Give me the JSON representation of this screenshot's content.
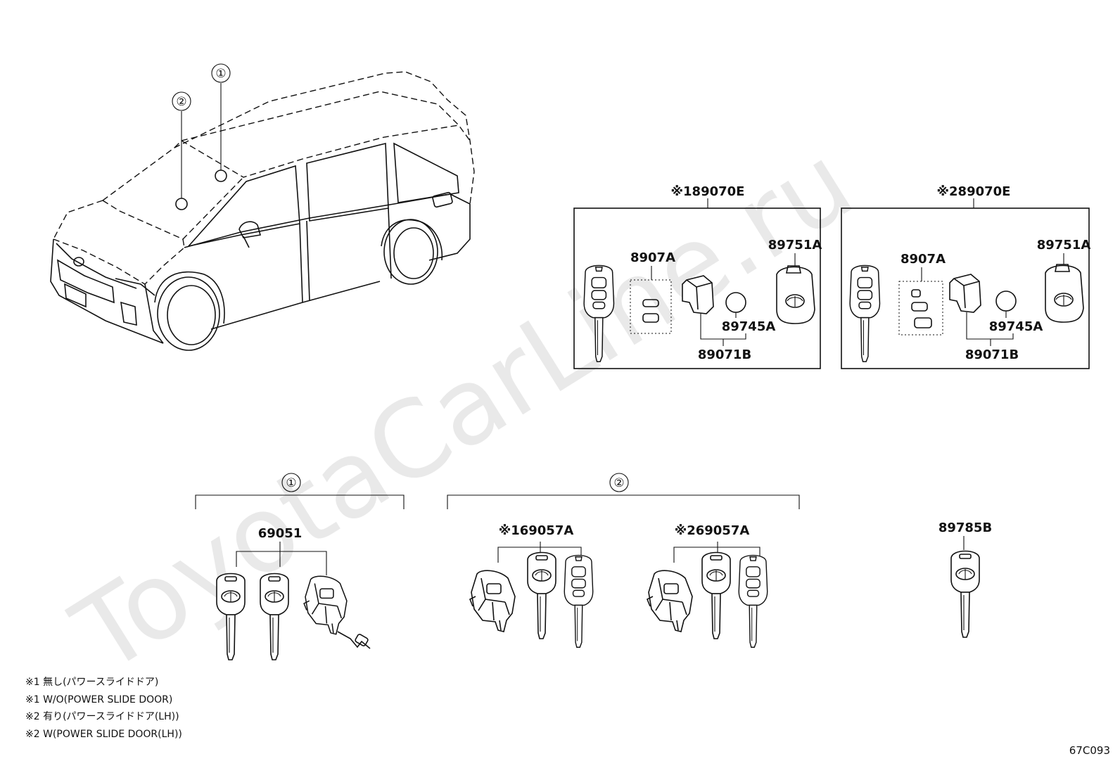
{
  "watermark": "ToyotaCarLine.ru",
  "callouts": {
    "c1": "①",
    "c2": "②"
  },
  "kit_left": {
    "label": "※189070E",
    "parts": {
      "keyless_pad": "8907A",
      "cover": "89751A",
      "battery": "89745A",
      "transmitter": "89071B"
    }
  },
  "kit_right": {
    "label": "※289070E",
    "parts": {
      "keyless_pad": "8907A",
      "cover": "89751A",
      "battery": "89745A",
      "transmitter": "89071B"
    }
  },
  "group1": {
    "callout": "①",
    "label": "69051"
  },
  "group2": {
    "callout": "②",
    "labels": [
      "※169057A",
      "※269057A"
    ]
  },
  "single_key": "89785B",
  "notes": [
    "※1 無し(パワースライドドア)",
    "※1 W/O(POWER SLIDE DOOR)",
    "※2 有り(パワースライドドア(LH))",
    "※2 W(POWER SLIDE DOOR(LH))"
  ],
  "diagram_code": "67C093"
}
